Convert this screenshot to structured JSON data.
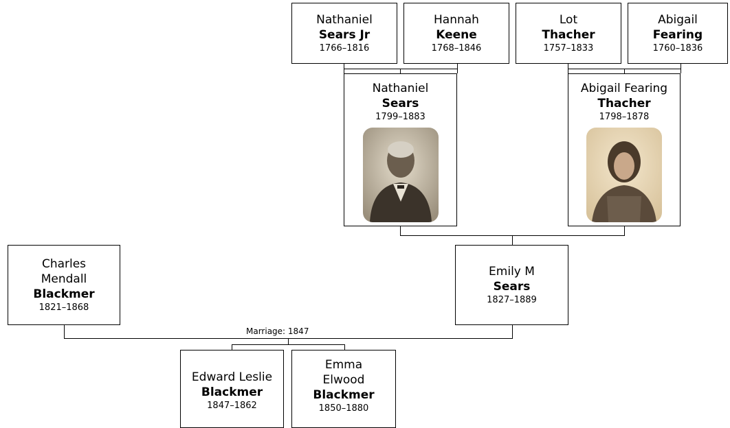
{
  "grandparents": [
    {
      "given": "Nathaniel",
      "surname": "Sears Jr",
      "dates": "1766–1816"
    },
    {
      "given": "Hannah",
      "surname": "Keene",
      "dates": "1768–1846"
    },
    {
      "given": "Lot",
      "surname": "Thacher",
      "dates": "1757–1833"
    },
    {
      "given": "Abigail",
      "surname": "Fearing",
      "dates": "1760–1836"
    }
  ],
  "parents": [
    {
      "given": "Nathaniel",
      "surname": "Sears",
      "dates": "1799–1883",
      "photo": "portrait-photo-older-man"
    },
    {
      "given": "Abigail Fearing",
      "surname": "Thacher",
      "dates": "1798–1878",
      "photo": "portrait-photo-woman"
    }
  ],
  "couple": [
    {
      "given_lines": [
        "Charles",
        "Mendall"
      ],
      "surname": "Blackmer",
      "dates": "1821–1868"
    },
    {
      "given_lines": [
        "Emily M"
      ],
      "surname": "Sears",
      "dates": "1827–1889"
    }
  ],
  "marriage": {
    "label": "Marriage: 1847"
  },
  "children": [
    {
      "given_lines": [
        "Edward Leslie"
      ],
      "surname": "Blackmer",
      "dates": "1847–1862"
    },
    {
      "given_lines": [
        "Emma",
        "Elwood"
      ],
      "surname": "Blackmer",
      "dates": "1850–1880"
    }
  ],
  "colors": {
    "line": "#000000",
    "border": "#000000",
    "background": "#ffffff",
    "photo_tone": "#c8b89a"
  }
}
